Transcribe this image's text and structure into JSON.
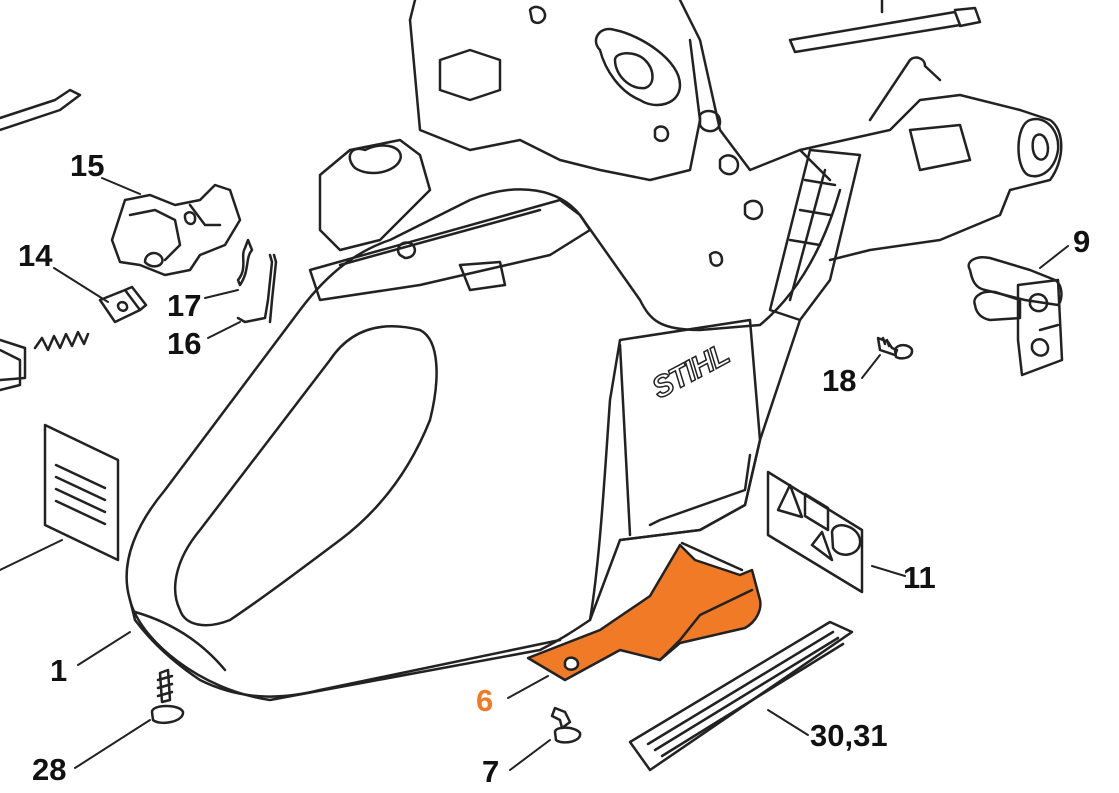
{
  "diagram": {
    "brand_mark": "STIHL",
    "highlight_color": "#f07a26",
    "line_color": "#222222",
    "callouts": [
      {
        "id": "c15",
        "label": "15",
        "highlighted": false
      },
      {
        "id": "c14",
        "label": "14",
        "highlighted": false
      },
      {
        "id": "c17",
        "label": "17",
        "highlighted": false
      },
      {
        "id": "c16",
        "label": "16",
        "highlighted": false
      },
      {
        "id": "c9",
        "label": "9",
        "highlighted": false
      },
      {
        "id": "c18",
        "label": "18",
        "highlighted": false
      },
      {
        "id": "c11",
        "label": "11",
        "highlighted": false
      },
      {
        "id": "c1",
        "label": "1",
        "highlighted": false
      },
      {
        "id": "c6",
        "label": "6",
        "highlighted": true
      },
      {
        "id": "c7",
        "label": "7",
        "highlighted": false
      },
      {
        "id": "c28",
        "label": "28",
        "highlighted": false
      },
      {
        "id": "c30",
        "label": "30,31",
        "highlighted": false
      }
    ]
  }
}
